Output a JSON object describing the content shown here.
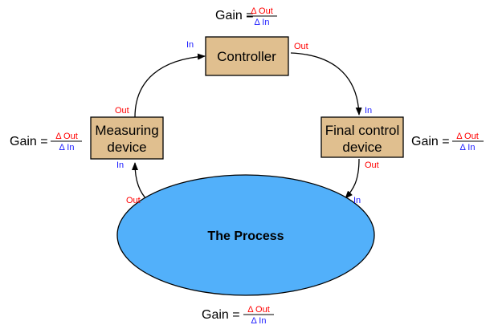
{
  "colors": {
    "box_fill": "#e0bf8f",
    "process_fill": "#52b0fa",
    "out_label": "#ff0000",
    "in_label": "#1a1aff",
    "line": "#000000"
  },
  "gain_formula": {
    "prefix": "Gain =",
    "numerator": "Δ Out",
    "denominator": "Δ In"
  },
  "blocks": {
    "controller": {
      "label_lines": [
        "Controller"
      ],
      "in": "In",
      "out": "Out"
    },
    "final_control_device": {
      "label_lines": [
        "Final control",
        "device"
      ],
      "in": "In",
      "out": "Out"
    },
    "measuring_device": {
      "label_lines": [
        "Measuring",
        "device"
      ],
      "in": "In",
      "out": "Out"
    },
    "process": {
      "label": "The Process",
      "in": "In",
      "out": "Out"
    }
  }
}
